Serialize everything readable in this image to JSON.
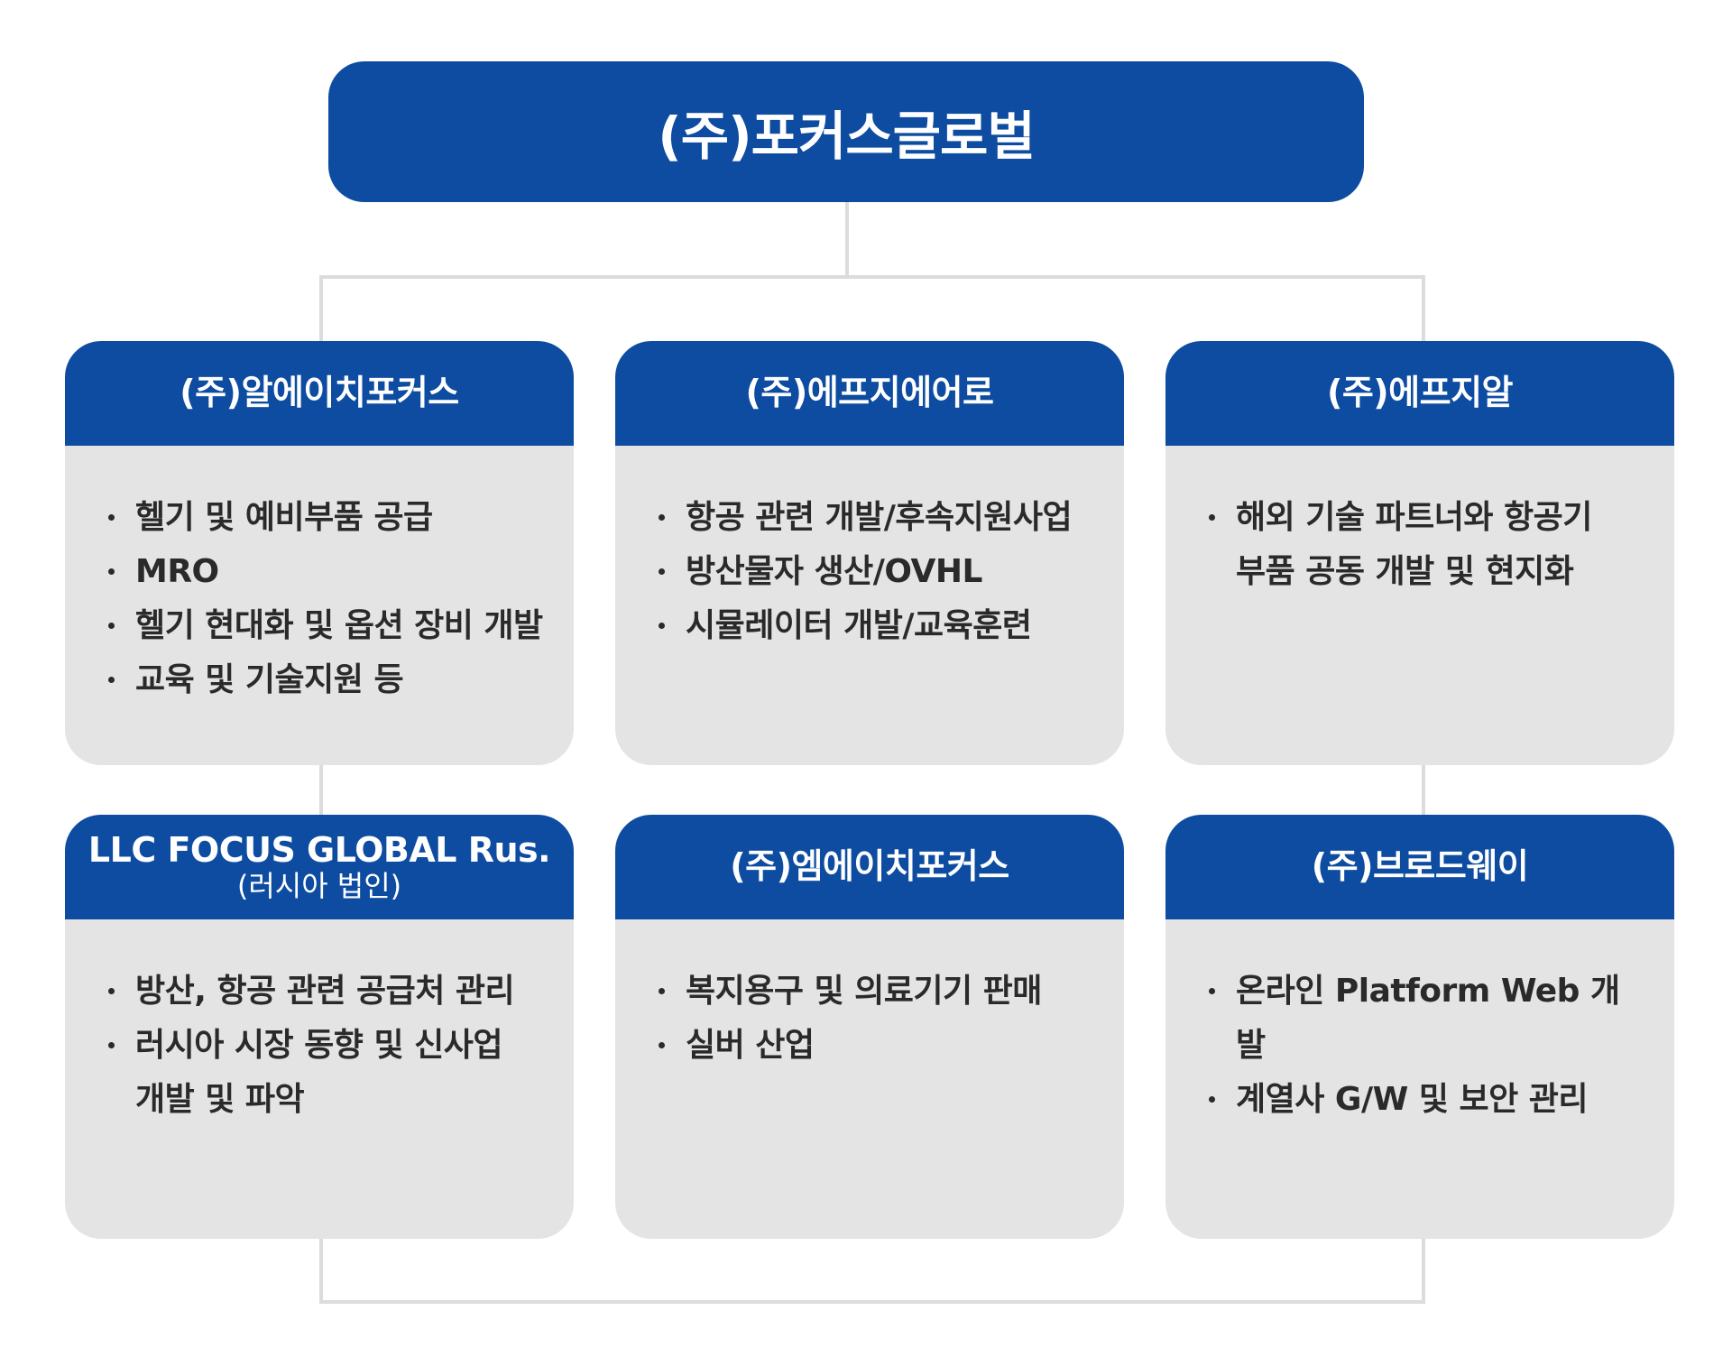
{
  "root": {
    "title": "(주)포커스글로벌"
  },
  "companies": [
    {
      "title": "(주)알에이치포커스",
      "subtitle": "",
      "items": [
        "헬기 및 예비부품 공급",
        "MRO",
        "헬기 현대화 및 옵션 장비 개발",
        "교육 및 기술지원 등"
      ]
    },
    {
      "title": "(주)에프지에어로",
      "subtitle": "",
      "items": [
        "항공 관련 개발/후속지원사업",
        "방산물자 생산/OVHL",
        "시뮬레이터 개발/교육훈련"
      ]
    },
    {
      "title": "(주)에프지알",
      "subtitle": "",
      "items": [
        "해외 기술 파트너와 항공기 부품 공동 개발 및 현지화"
      ]
    },
    {
      "title": "LLC FOCUS GLOBAL Rus.",
      "subtitle": "(러시아 법인)",
      "items": [
        "방산, 항공 관련 공급처 관리",
        "러시아 시장 동향 및 신사업 개발 및 파악"
      ]
    },
    {
      "title": "(주)엠에이치포커스",
      "subtitle": "",
      "items": [
        "복지용구 및 의료기기 판매",
        "실버 산업"
      ]
    },
    {
      "title": "(주)브로드웨이",
      "subtitle": "",
      "items": [
        "온라인 Platform Web 개발",
        "계열사 G/W 및 보안 관리"
      ]
    }
  ],
  "colors": {
    "header_blue": "#0d4ca1",
    "card_gray": "#e4e4e4",
    "connector": "#dcdcdc",
    "text_dark": "#2a2a2a"
  }
}
